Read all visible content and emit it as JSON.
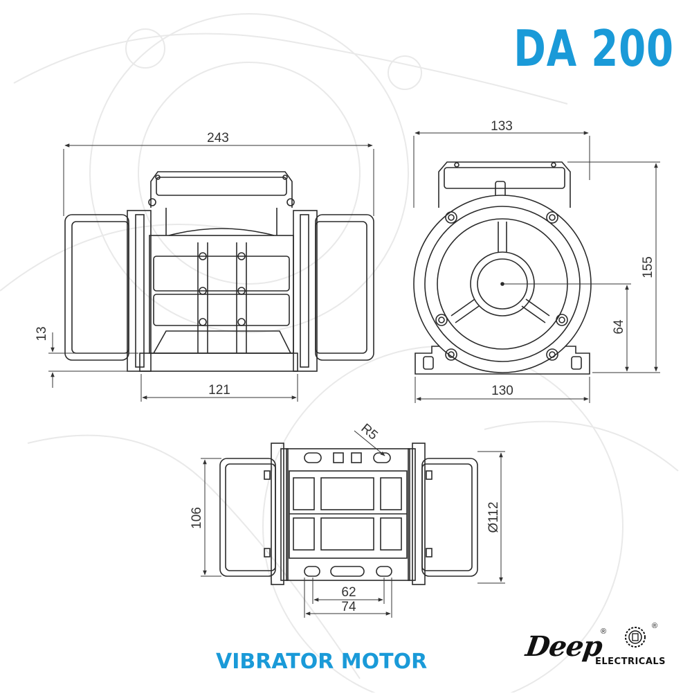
{
  "header": {
    "model": "DA 200"
  },
  "footer": {
    "product": "VIBRATOR MOTOR"
  },
  "brand": {
    "name": "Deep",
    "sub": "ELECTRICALS",
    "reg": "®"
  },
  "dimensions": {
    "front_width": "243",
    "front_base": "121",
    "front_foot": "13",
    "side_width": "133",
    "side_base": "130",
    "side_height": "155",
    "side_center": "64",
    "top_width": "106",
    "top_diameter": "Ø112",
    "top_radius": "R5",
    "top_hole_inner": "62",
    "top_hole_outer": "74"
  },
  "colors": {
    "accent": "#1a9ad8",
    "line": "#2a2a2a",
    "dim_line": "#333333",
    "watermark": "#e6e6e6"
  },
  "icons": {
    "logo_emblem": "gear-emblem-icon"
  }
}
